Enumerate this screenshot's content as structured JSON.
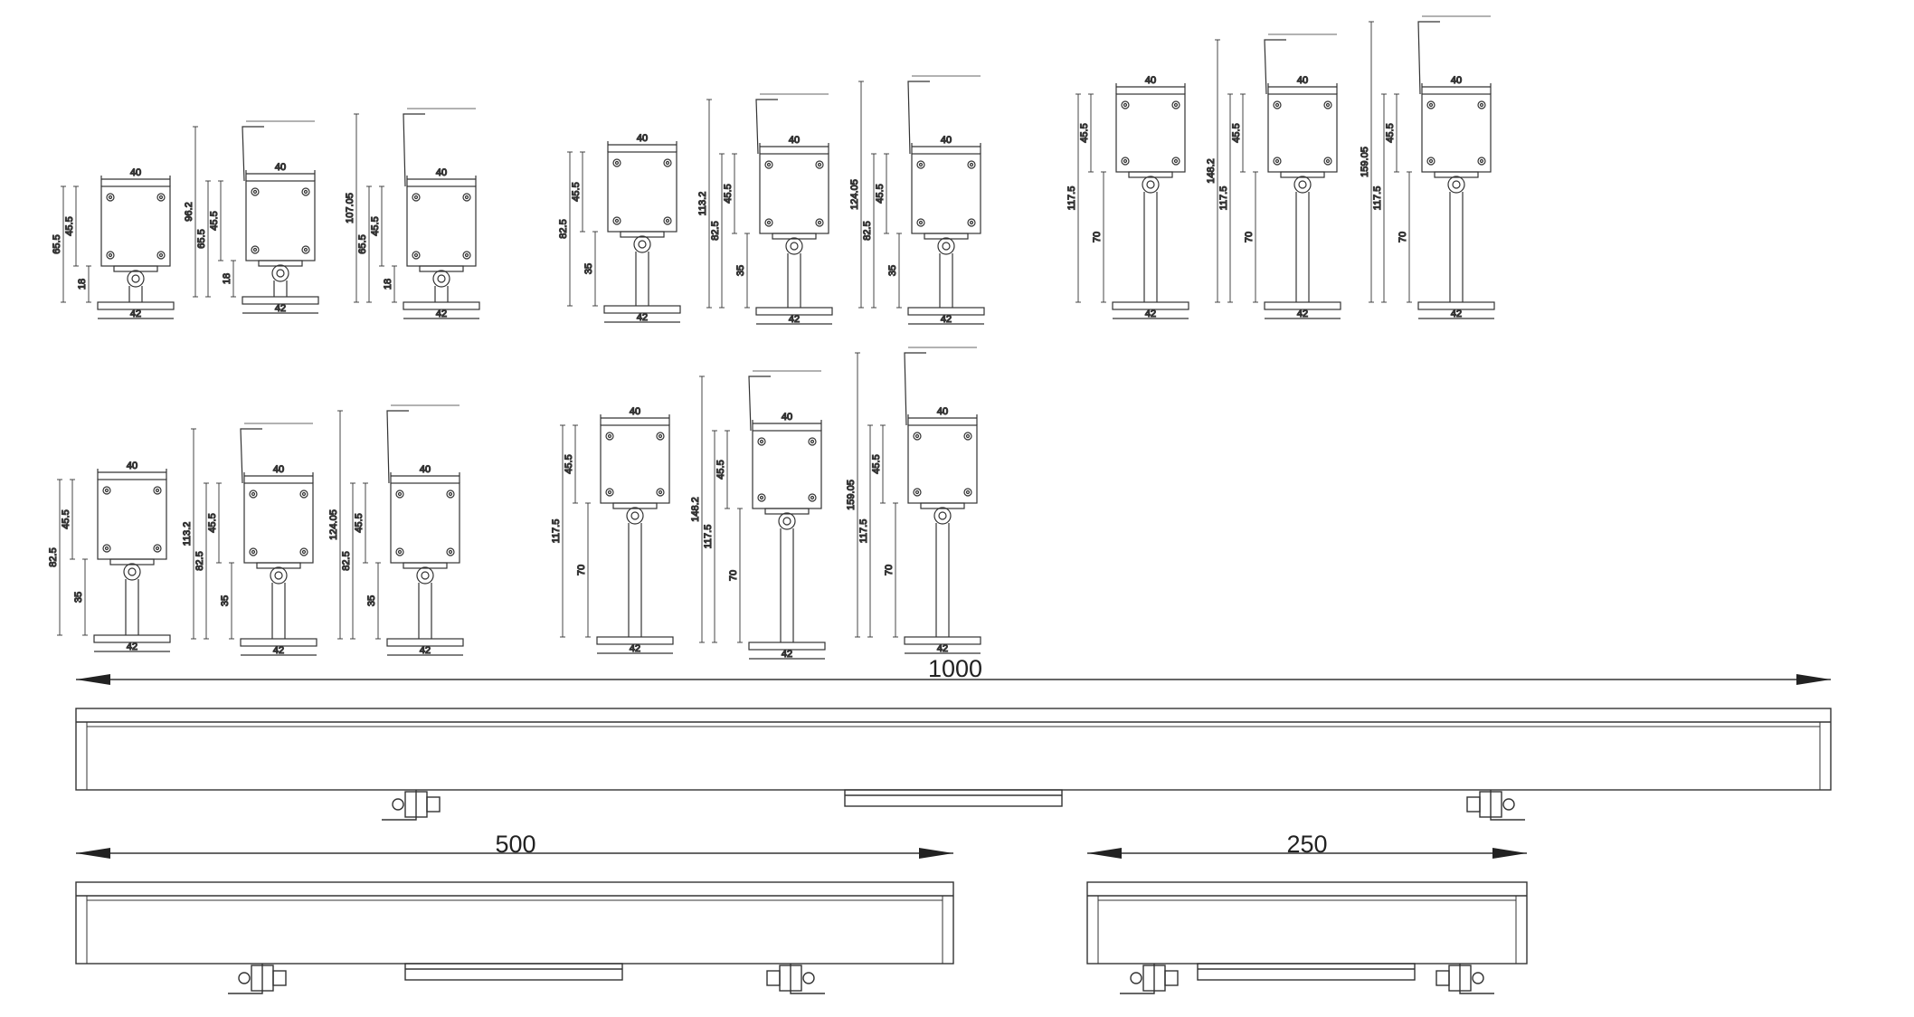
{
  "top_row_group1": [
    {
      "width": "40",
      "base": "42",
      "heights": [
        "65.5",
        "45.5",
        "18"
      ]
    },
    {
      "width": "40",
      "base": "42",
      "heights": [
        "96.2",
        "65.5",
        "45.5",
        "18"
      ]
    },
    {
      "width": "40",
      "base": "42",
      "heights": [
        "107.05",
        "65.5",
        "45.5",
        "18"
      ]
    }
  ],
  "top_row_group2": [
    {
      "width": "40",
      "base": "42",
      "heights": [
        "82.5",
        "45.5",
        "35"
      ]
    },
    {
      "width": "40",
      "base": "42",
      "heights": [
        "113.2",
        "82.5",
        "45.5",
        "35"
      ]
    },
    {
      "width": "40",
      "base": "42",
      "heights": [
        "124.05",
        "82.5",
        "45.5",
        "35"
      ]
    }
  ],
  "top_row_group3": [
    {
      "width": "40",
      "base": "42",
      "heights": [
        "117.5",
        "45.5",
        "70"
      ]
    },
    {
      "width": "40",
      "base": "42",
      "heights": [
        "148.2",
        "117.5",
        "45.5",
        "70"
      ]
    },
    {
      "width": "40",
      "base": "42",
      "heights": [
        "159.05",
        "117.5",
        "45.5",
        "70"
      ]
    }
  ],
  "bottom_row_group1": [
    {
      "width": "40",
      "base": "42",
      "heights": [
        "82.5",
        "45.5",
        "35"
      ]
    },
    {
      "width": "40",
      "base": "42",
      "heights": [
        "113.2",
        "82.5",
        "45.5",
        "35"
      ]
    },
    {
      "width": "40",
      "base": "42",
      "heights": [
        "124.05",
        "82.5",
        "45.5",
        "35"
      ]
    }
  ],
  "bottom_row_group2": [
    {
      "width": "40",
      "base": "42",
      "heights": [
        "117.5",
        "45.5",
        "70"
      ]
    },
    {
      "width": "40",
      "base": "42",
      "heights": [
        "148.2",
        "117.5",
        "45.5",
        "70"
      ]
    },
    {
      "width": "40",
      "base": "42",
      "heights": [
        "159.05",
        "117.5",
        "45.5",
        "70"
      ]
    }
  ],
  "bars": {
    "long": "1000",
    "medium": "500",
    "short": "250"
  }
}
